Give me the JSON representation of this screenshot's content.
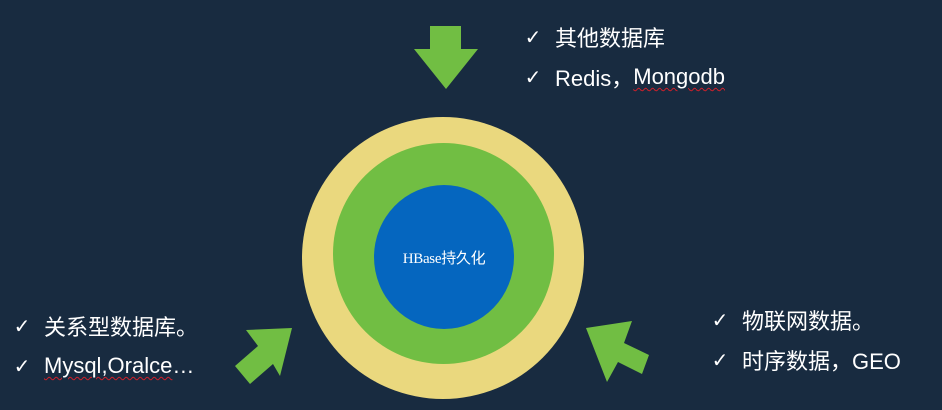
{
  "colors": {
    "background": "#182b40",
    "outer_ring": "#ead87e",
    "middle_ring": "#71be43",
    "inner_circle": "#0566bf",
    "arrow": "#71be43",
    "text": "#ffffff"
  },
  "core": {
    "label": "HBase持久化"
  },
  "arrows": [
    {
      "name": "top-arrow",
      "direction": "down",
      "icon": "arrow-down-icon"
    },
    {
      "name": "left-arrow",
      "direction": "up-right",
      "icon": "arrow-up-right-icon"
    },
    {
      "name": "right-arrow",
      "direction": "up-left",
      "icon": "arrow-up-left-icon"
    }
  ],
  "groups": {
    "top": {
      "items": [
        {
          "check": "✓",
          "text": "其他数据库"
        },
        {
          "check": "✓",
          "text_a": "Redis，",
          "text_b": "Mongodb"
        }
      ]
    },
    "left": {
      "items": [
        {
          "check": "✓",
          "text": "关系型数据库。"
        },
        {
          "check": "✓",
          "text_a": "Mysql,Oralce",
          "text_b": "…"
        }
      ]
    },
    "right": {
      "items": [
        {
          "check": "✓",
          "text": "物联网数据。"
        },
        {
          "check": "✓",
          "text": "时序数据，GEO"
        }
      ]
    }
  }
}
